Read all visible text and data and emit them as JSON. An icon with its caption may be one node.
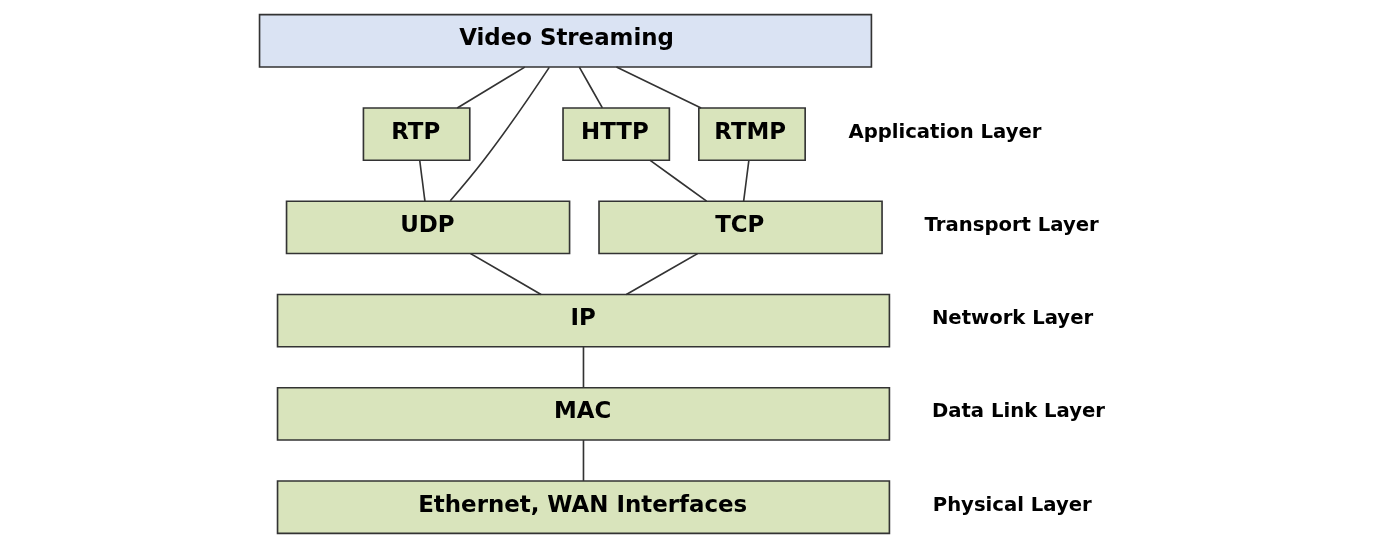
{
  "diagram": {
    "nodes": [
      {
        "text": [
          "Video Streaming"
        ]
      },
      {
        "text": [
          "RTP"
        ]
      },
      {
        "text": [
          "HTTP"
        ]
      },
      {
        "text": [
          "RTMP"
        ]
      },
      {
        "text": [
          "UDP"
        ]
      },
      {
        "text": [
          "TCP"
        ]
      },
      {
        "text": [
          "IP"
        ]
      },
      {
        "text": [
          "MAC"
        ]
      },
      {
        "text": [
          "Ethernet, WAN Interfaces"
        ]
      }
    ],
    "edges": [
      {
        "from": 0,
        "to": 1,
        "arrow": "none"
      },
      {
        "from": 0,
        "to": 4,
        "arrow": "none"
      },
      {
        "from": 0,
        "to": 2,
        "arrow": "none"
      },
      {
        "from": 0,
        "to": 3,
        "arrow": "none"
      },
      {
        "from": 1,
        "to": 4,
        "arrow": "none"
      },
      {
        "from": 2,
        "to": 5,
        "arrow": "none"
      },
      {
        "from": 3,
        "to": 5,
        "arrow": "none"
      },
      {
        "from": 4,
        "to": 6,
        "arrow": "none"
      },
      {
        "from": 5,
        "to": 6,
        "arrow": "none"
      },
      {
        "from": 6,
        "to": 7,
        "arrow": "none"
      },
      {
        "from": 7,
        "to": 8,
        "arrow": "none"
      }
    ],
    "labels": [
      "Application Layer",
      "Transport Layer",
      "Network Layer",
      "Data Link Layer",
      "Physical Layer"
    ]
  }
}
